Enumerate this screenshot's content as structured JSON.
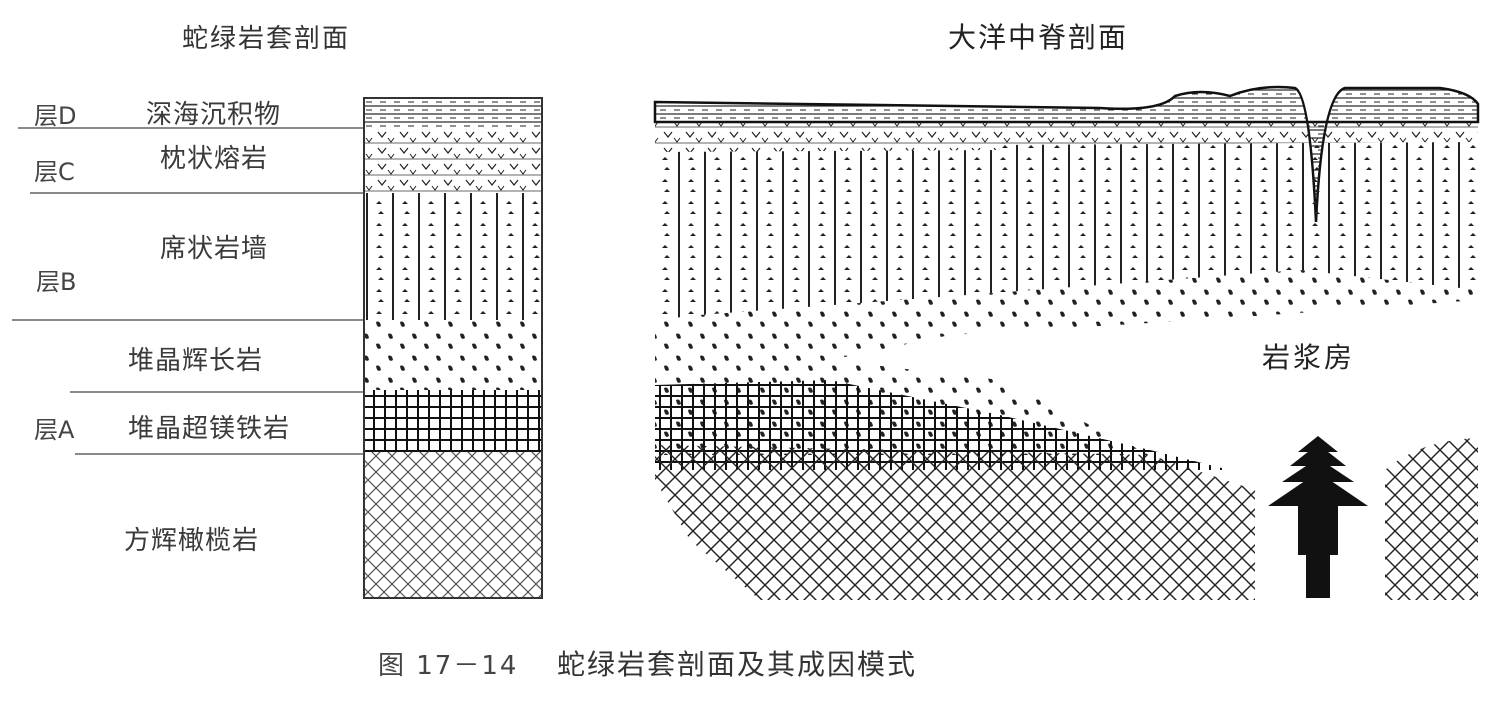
{
  "column": {
    "title": "蛇绿岩套剖面",
    "layers": [
      {
        "id": "层D",
        "name": "深海沉积物"
      },
      {
        "id": "层C",
        "name": "枕状熔岩"
      },
      {
        "id": "",
        "name": "席状岩墙"
      },
      {
        "id": "层B",
        "name": ""
      },
      {
        "id": "",
        "name": "堆晶辉长岩"
      },
      {
        "id": "层A",
        "name": "堆晶超镁铁岩"
      },
      {
        "id": "",
        "name": "方辉橄榄岩"
      }
    ]
  },
  "ridge": {
    "title": "大洋中脊剖面",
    "magma_chamber_label": "岩浆房"
  },
  "caption": {
    "figure_number": "图 17－14",
    "text": "蛇绿岩套剖面及其成因模式"
  },
  "colors": {
    "ink": "#1a1a1a",
    "background": "#ffffff"
  }
}
